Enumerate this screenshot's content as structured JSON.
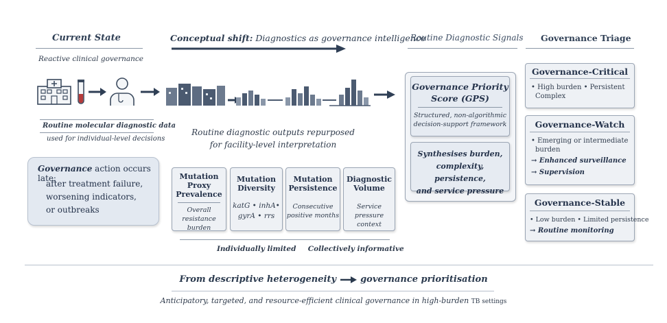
{
  "current_state": {
    "heading": "Current State",
    "subheading": "Reactive clinical governance",
    "data_label_1": "Routine molecular diagnostic data",
    "data_label_2": "used for individual-level decisions",
    "callout": {
      "lead_bold": "Governance",
      "lead_rest": " action occurs late:",
      "lines": [
        "after treatment failure,",
        "worsening indicators,",
        "or outbreaks"
      ]
    }
  },
  "conceptual_shift": {
    "bold": "Conceptual shift:",
    "rest": " Diagnostics as governance intelligence"
  },
  "repurpose": {
    "line1": "Routine diagnostic outputs repurposed",
    "line2": "for facility-level interpretation"
  },
  "metrics": [
    {
      "title": [
        "Mutation",
        "Proxy",
        "Prevalence"
      ],
      "body": [
        "Overall",
        "resistance burden"
      ]
    },
    {
      "title": [
        "Mutation",
        "Diversity"
      ],
      "body": [
        "katG • inhA•",
        "gyrA • rrs"
      ]
    },
    {
      "title": [
        "Mutation",
        "Persistence"
      ],
      "body": [
        "Consecutive",
        "positive months"
      ]
    },
    {
      "title": [
        "Diagnostic",
        "Volume"
      ],
      "body": [
        "Service pressure",
        "context"
      ]
    }
  ],
  "metrics_caption": {
    "left": "Individually limited",
    "right": "Collectively informative"
  },
  "signals": {
    "heading": "Routine Diagnostic Signals",
    "gps_title": [
      "Governance Priority",
      "Score (GPS)"
    ],
    "gps_desc": [
      "Structured, non-algorithmic",
      "decision-support framework"
    ],
    "synth": [
      "Synthesises burden,",
      "complexity, persistence,",
      "and service pressure"
    ]
  },
  "triage": {
    "heading": "Governance Triage",
    "critical": {
      "title": "Governance-Critical",
      "lines": [
        "• High burden • Persistent",
        "Complex"
      ]
    },
    "watch": {
      "title": "Governance-Watch",
      "lines": [
        "• Emerging or intermediate",
        "burden"
      ],
      "actions": [
        "→ Enhanced surveillance",
        "→ Supervision"
      ]
    },
    "stable": {
      "title": "Governance-Stable",
      "lines": [
        "• Low burden • Limited persistence"
      ],
      "actions": [
        "→ Routine monitoring"
      ]
    }
  },
  "footer": {
    "main_left": "From descriptive heterogeneity",
    "main_right": "governance prioritisation",
    "sub_main": "Anticipatory, targeted, and resource-efficient clinical governance in high-burden",
    "sub_tail": "TB settings"
  },
  "icons": [
    "hospital-icon",
    "test-tube-icon",
    "clinician-icon",
    "right-arrow-icon",
    "bar-cluster-icon"
  ]
}
